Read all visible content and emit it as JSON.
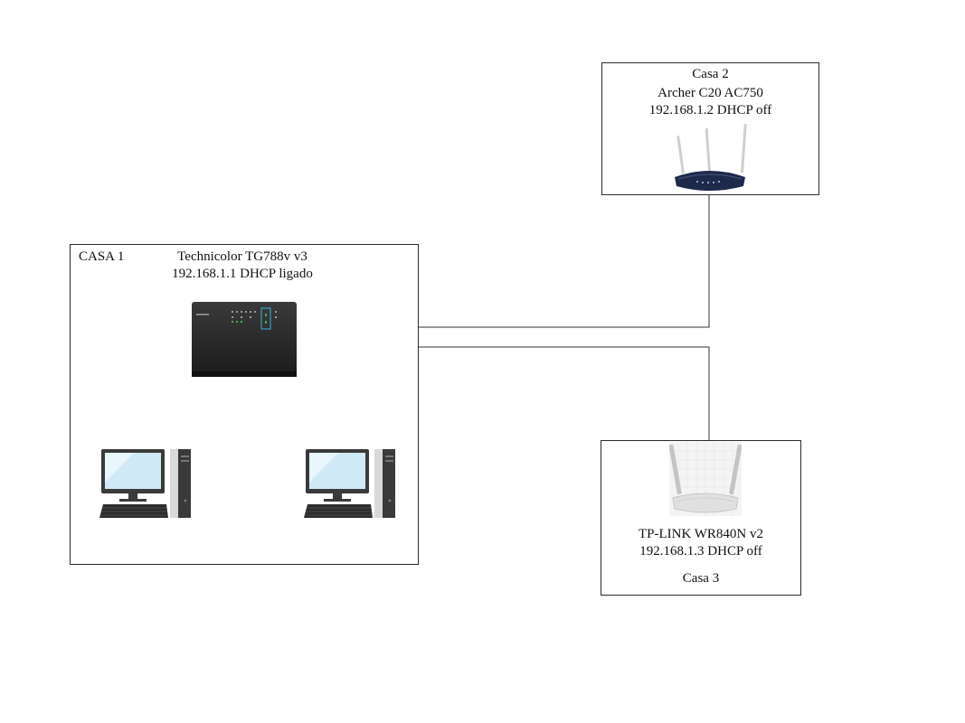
{
  "casa1": {
    "label": "CASA 1",
    "router_model": "Technicolor TG788v v3",
    "router_config": "192.168.1.1 DHCP ligado"
  },
  "casa2": {
    "label": "Casa 2",
    "router_model": "Archer C20 AC750",
    "router_config": "192.168.1.2 DHCP off"
  },
  "casa3": {
    "label": "Casa 3",
    "router_model": "TP-LINK WR840N v2",
    "router_config": "192.168.1.3 DHCP off"
  }
}
